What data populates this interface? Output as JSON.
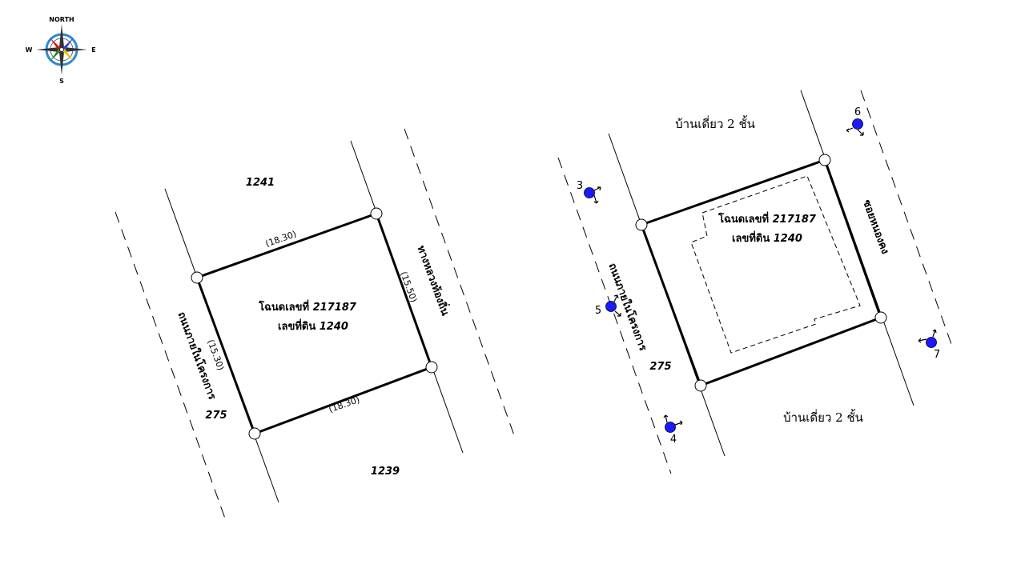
{
  "compass": {
    "north": "NORTH",
    "east": "E",
    "west": "W",
    "south": "S"
  },
  "left_map": {
    "neighbor_north": "1241",
    "neighbor_south": "1239",
    "road_west_name": "ถนนภายในโครงการ",
    "road_west_number": "275",
    "lane_east_name": "ทางหลวงท้องถิ่น",
    "deed_line": "โฉนดเลขที่",
    "deed_number": "217187",
    "parcel_line": "เลขที่ดิน",
    "parcel_number": "1240",
    "dim_top": "(18.30)",
    "dim_bottom": "(18.30)",
    "dim_left": "(15.30)",
    "dim_right": "(15.50)"
  },
  "right_map": {
    "house_north": "บ้านเดี่ยว 2 ชั้น",
    "house_south": "บ้านเดี่ยว 2 ชั้น",
    "road_west_name": "ถนนภายในโครงการ",
    "road_west_number": "275",
    "lane_east_name": "ซอยหนองคง",
    "deed_line": "โฉนดเลขที่",
    "deed_number": "217187",
    "parcel_line": "เลขที่ดิน",
    "parcel_number": "1240",
    "photo_points": [
      "3",
      "4",
      "5",
      "6",
      "7"
    ]
  }
}
